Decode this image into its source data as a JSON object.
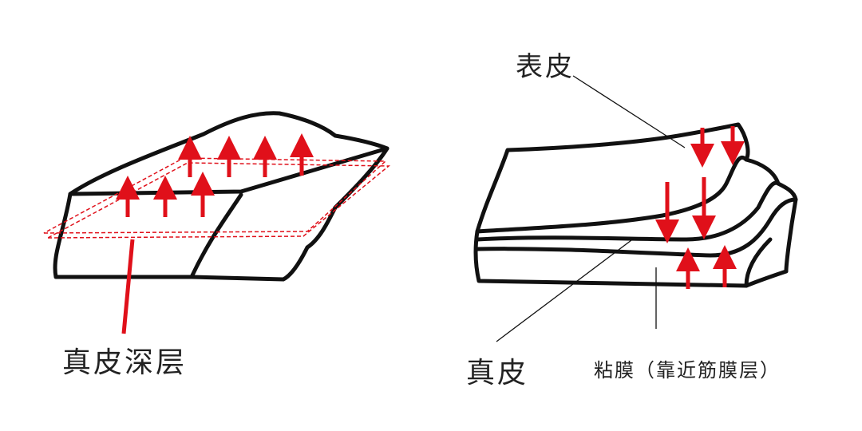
{
  "labels": {
    "deep_dermis": "真皮深层",
    "epidermis": "表皮",
    "dermis": "真皮",
    "mucosa": "粘膜（靠近筋膜层）"
  },
  "colors": {
    "outline": "#111111",
    "arrow": "#e0101a"
  }
}
